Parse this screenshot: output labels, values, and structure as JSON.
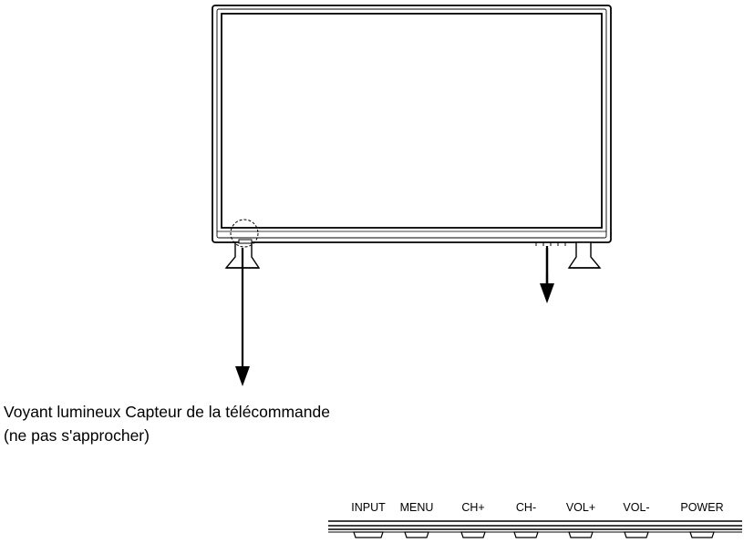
{
  "sensor_label": {
    "line1": "Voyant lumineux Capteur de la télécommande",
    "line2": "(ne pas s'approcher)"
  },
  "buttons": [
    {
      "label": "INPUT"
    },
    {
      "label": "MENU"
    },
    {
      "label": "CH+"
    },
    {
      "label": "CH-"
    },
    {
      "label": "VOL+"
    },
    {
      "label": "VOL-"
    },
    {
      "label": "POWER"
    }
  ],
  "colors": {
    "line": "#000000",
    "background": "#ffffff"
  }
}
